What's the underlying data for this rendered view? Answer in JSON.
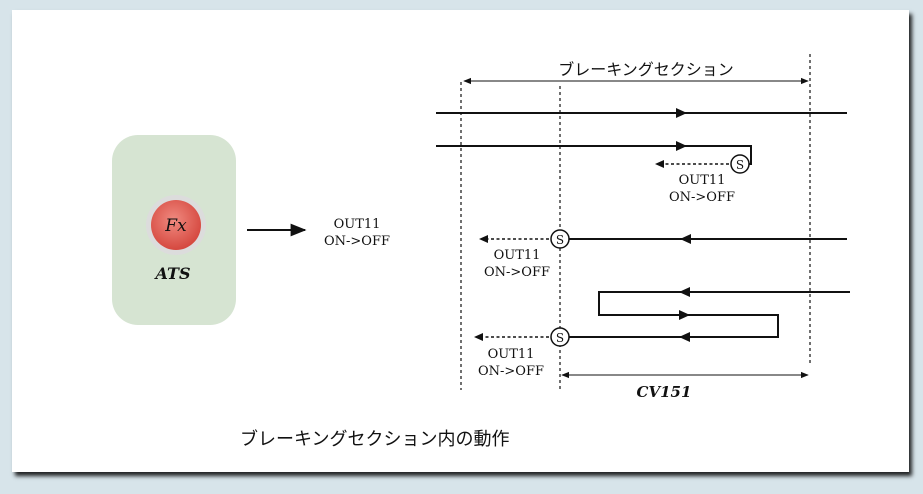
{
  "section_label": "ブレーキングセクション",
  "ats": {
    "button_label": "Fx",
    "name": "ATS",
    "panel_color": "#d6e4d2",
    "button_color": "#e8685f"
  },
  "command": {
    "line1": "OUT11",
    "line2": "ON->OFF"
  },
  "scenario2": {
    "signal": "S",
    "line1": "OUT11",
    "line2": "ON->OFF"
  },
  "scenario3": {
    "signal": "S",
    "line1": "OUT11",
    "line2": "ON->OFF"
  },
  "scenario4": {
    "signal": "S",
    "line1": "OUT11",
    "line2": "ON->OFF"
  },
  "cv_label": "CV151",
  "caption": "ブレーキングセクション内の動作"
}
